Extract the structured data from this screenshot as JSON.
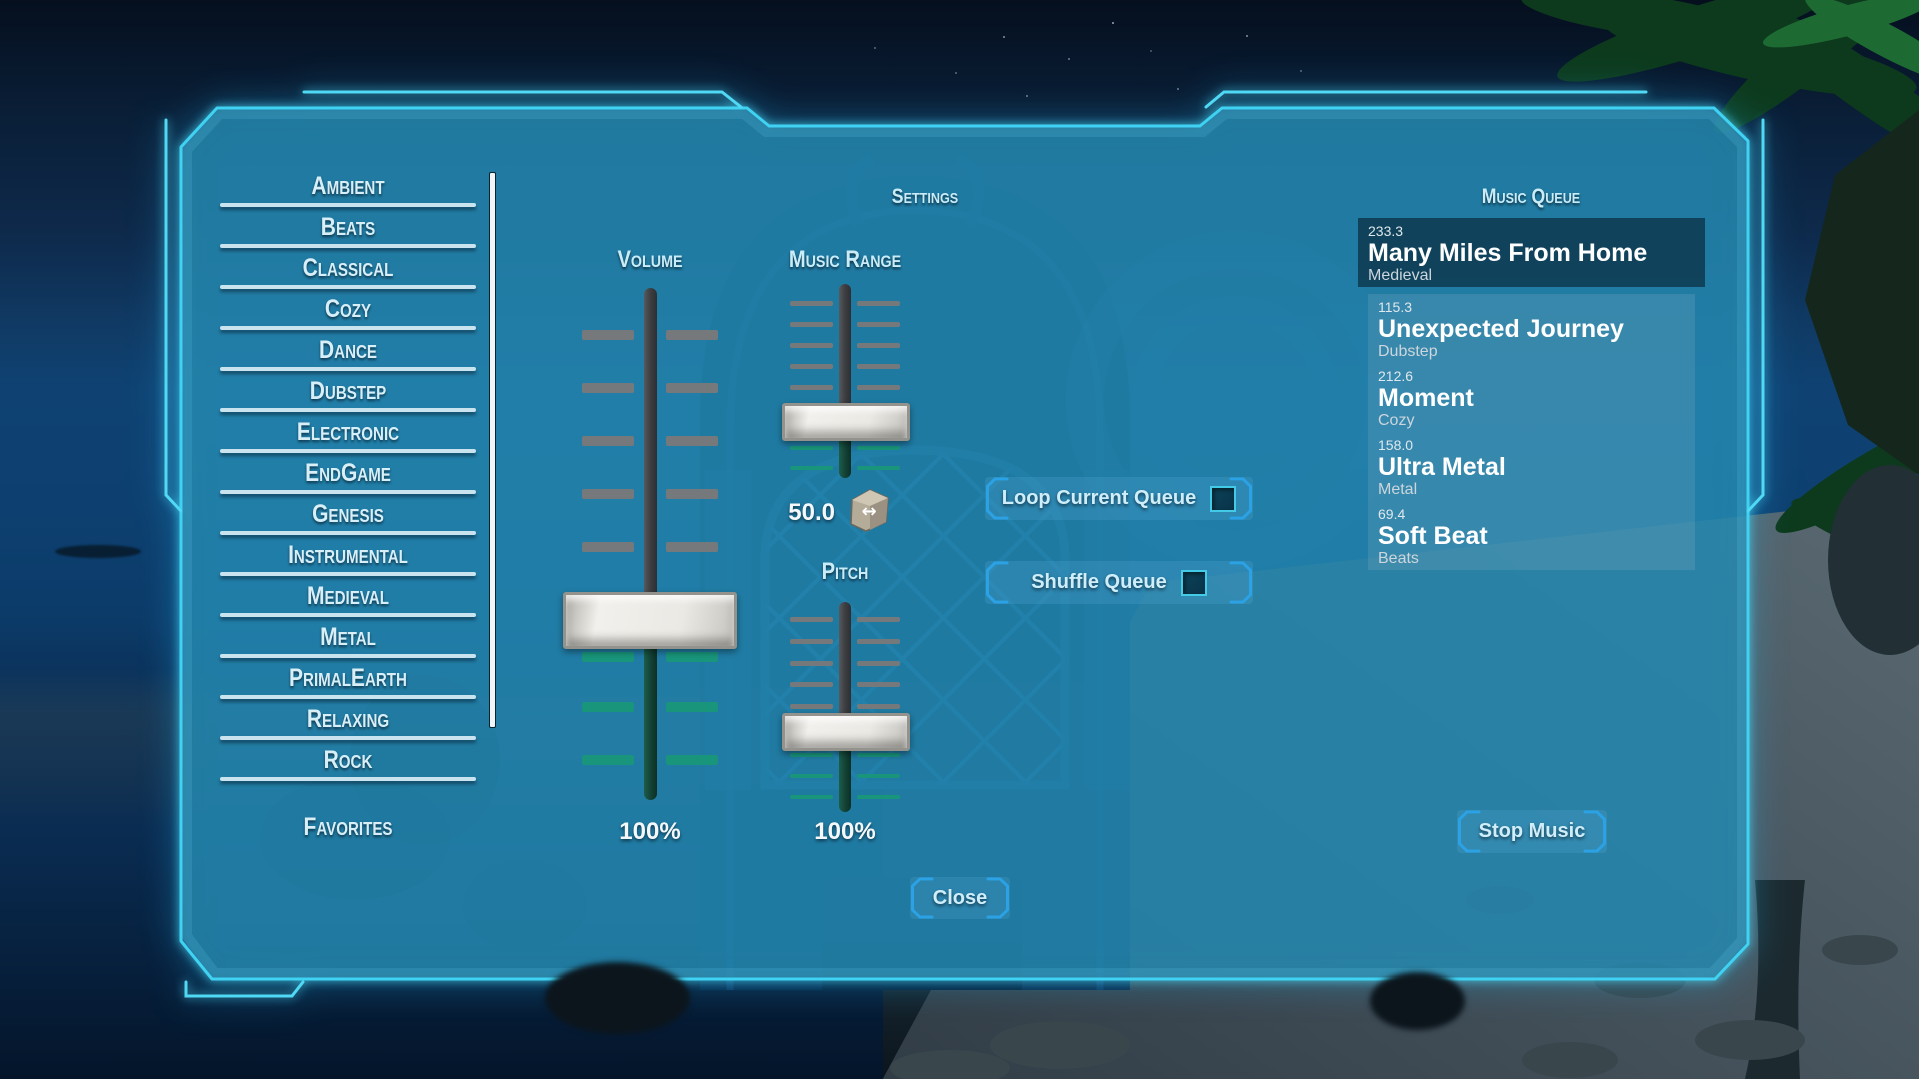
{
  "hud": {
    "accent_color": "#3fd2f2",
    "bracket_color": "#2ba2e6",
    "label_color": "#c9ecf7",
    "green_tick_color": "#18957a"
  },
  "genre_panel": {
    "items": [
      "Ambient",
      "Beats",
      "Classical",
      "Cozy",
      "Dance",
      "Dubstep",
      "Electronic",
      "EndGame",
      "Genesis",
      "Instrumental",
      "Medieval",
      "Metal",
      "PrimalEarth",
      "Relaxing",
      "Rock"
    ],
    "favorites_label": "Favorites"
  },
  "settings": {
    "title": "Settings",
    "volume": {
      "label": "Volume",
      "value": "100%"
    },
    "music_range": {
      "label": "Music Range",
      "value": "50.0"
    },
    "pitch": {
      "label": "Pitch",
      "value": "100%"
    },
    "loop_button_label": "Loop Current Queue",
    "loop_checked": false,
    "shuffle_button_label": "Shuffle Queue",
    "shuffle_checked": false,
    "close_button_label": "Close"
  },
  "music_queue": {
    "title": "Music Queue",
    "stop_button_label": "Stop Music",
    "tracks": [
      {
        "duration": "233.3",
        "title": "Many Miles From Home",
        "genre": "Medieval",
        "current": true
      },
      {
        "duration": "115.3",
        "title": "Unexpected Journey",
        "genre": "Dubstep",
        "current": false
      },
      {
        "duration": "212.6",
        "title": "Moment",
        "genre": "Cozy",
        "current": false
      },
      {
        "duration": "158.0",
        "title": "Ultra Metal",
        "genre": "Metal",
        "current": false
      },
      {
        "duration": "69.4",
        "title": "Soft Beat",
        "genre": "Beats",
        "current": false
      }
    ]
  }
}
